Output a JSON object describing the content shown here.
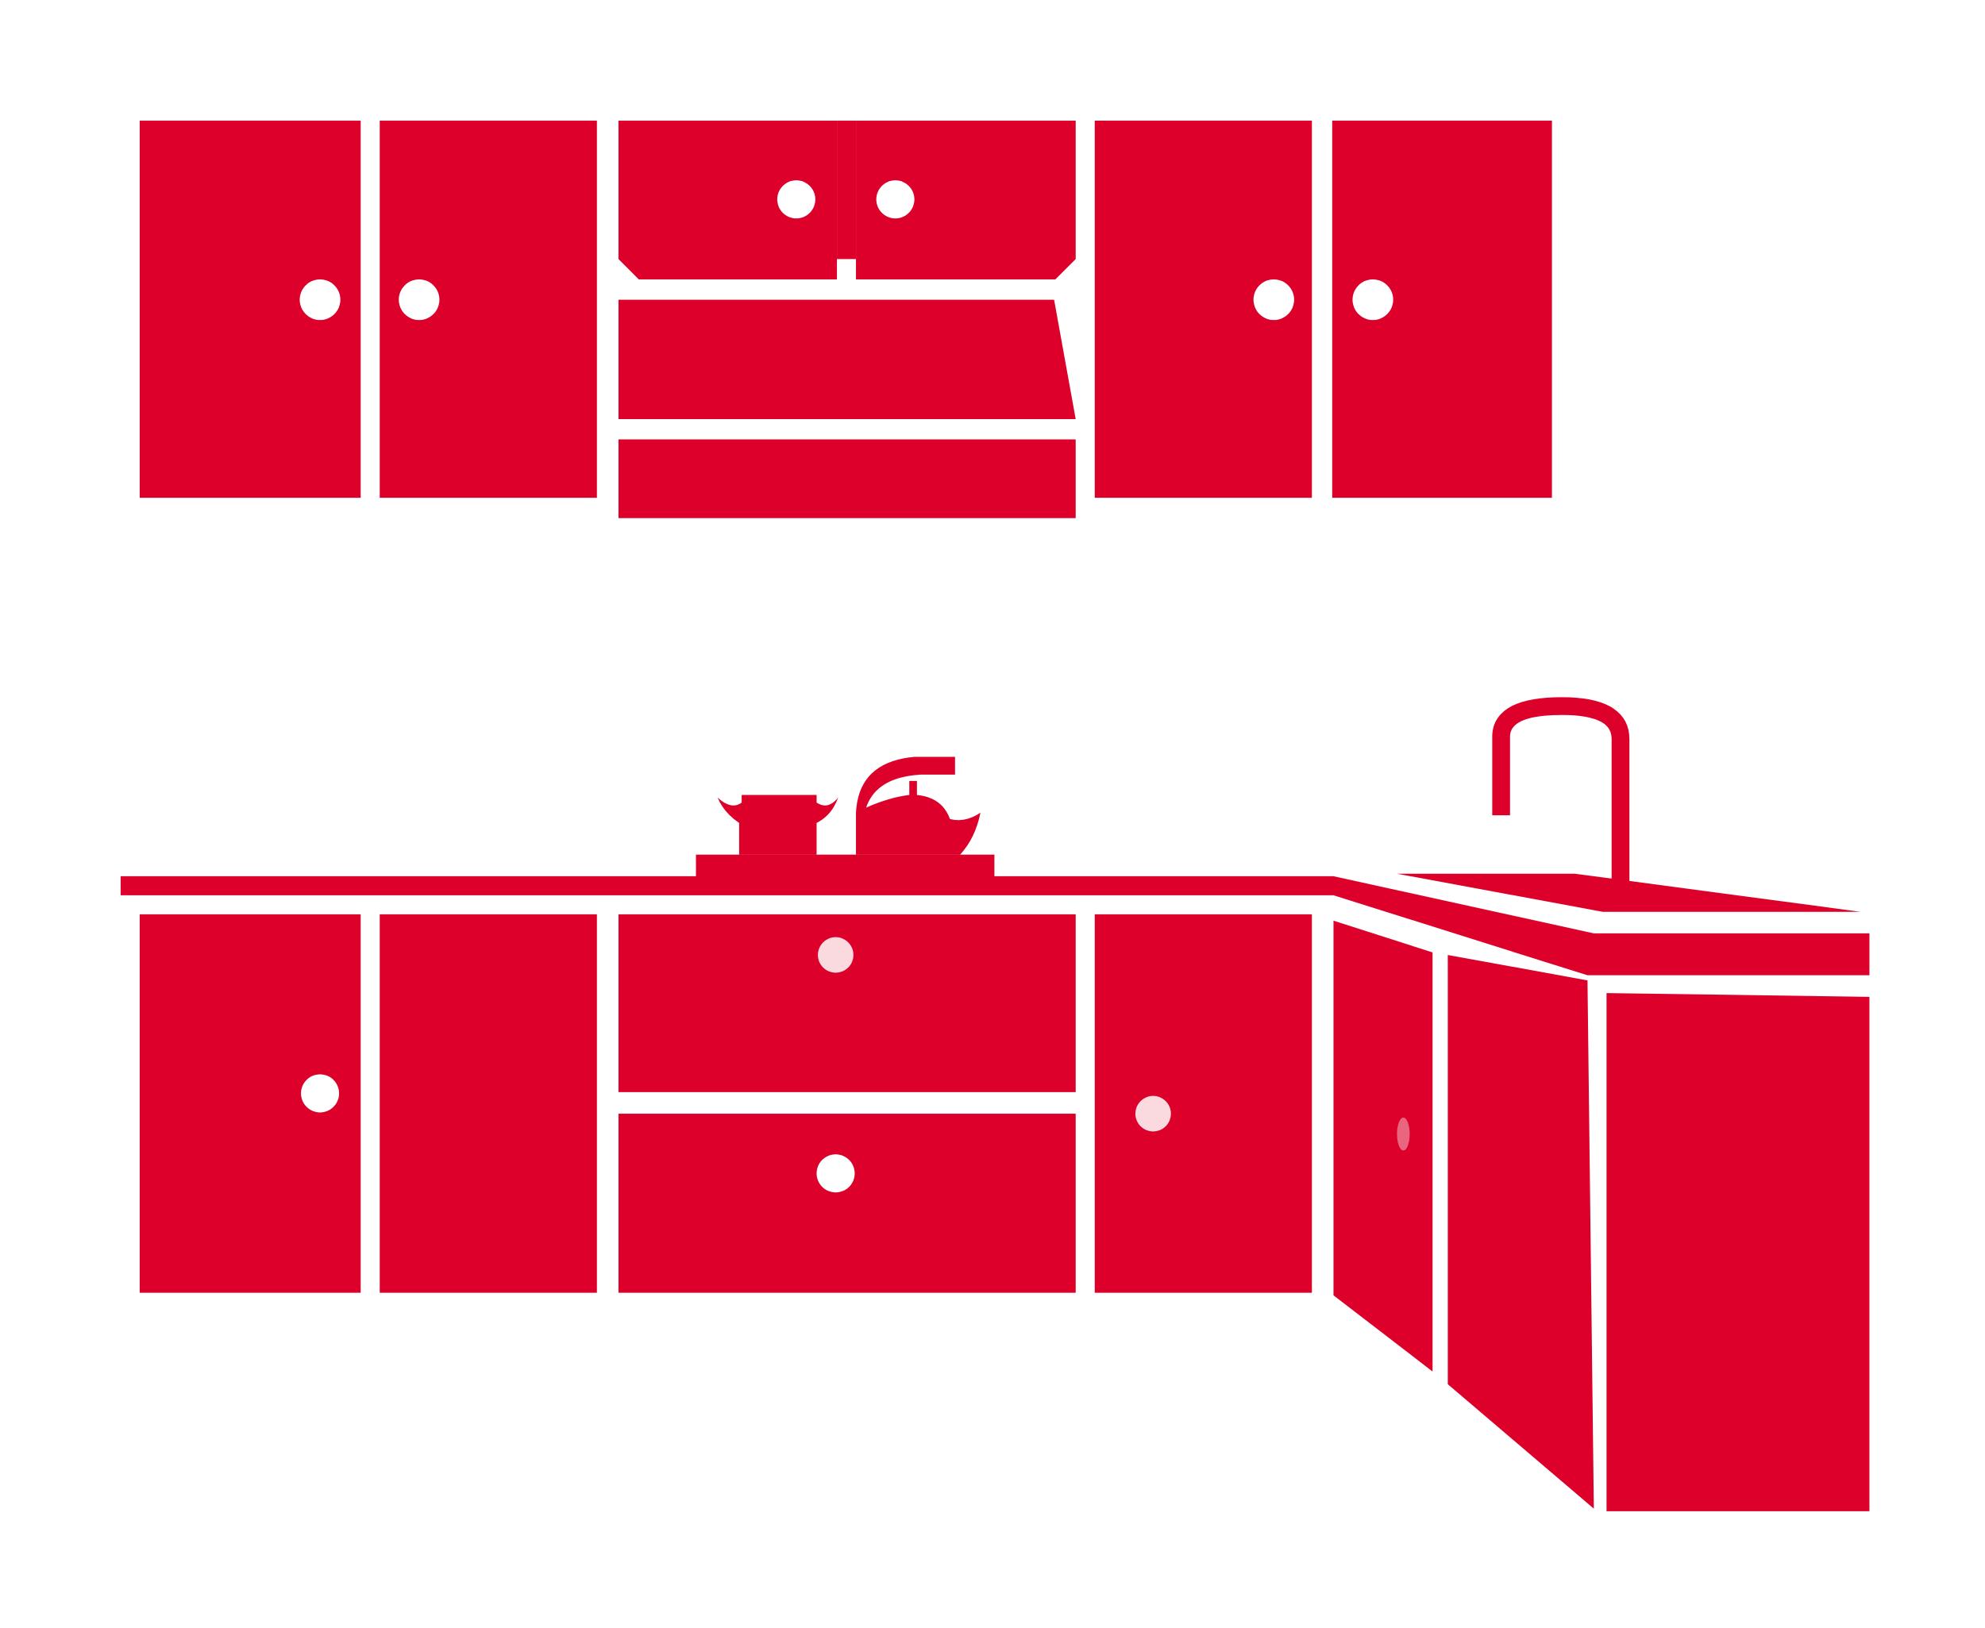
{
  "colors": {
    "cabinet": "#DC002B",
    "background": "#FFFFFF",
    "knob": "#FFFFFF"
  },
  "icons": [
    "upper-cabinets",
    "range-hood",
    "countertop",
    "stove",
    "pot",
    "kettle",
    "sink",
    "faucet",
    "lower-cabinets",
    "corner-cabinet"
  ]
}
